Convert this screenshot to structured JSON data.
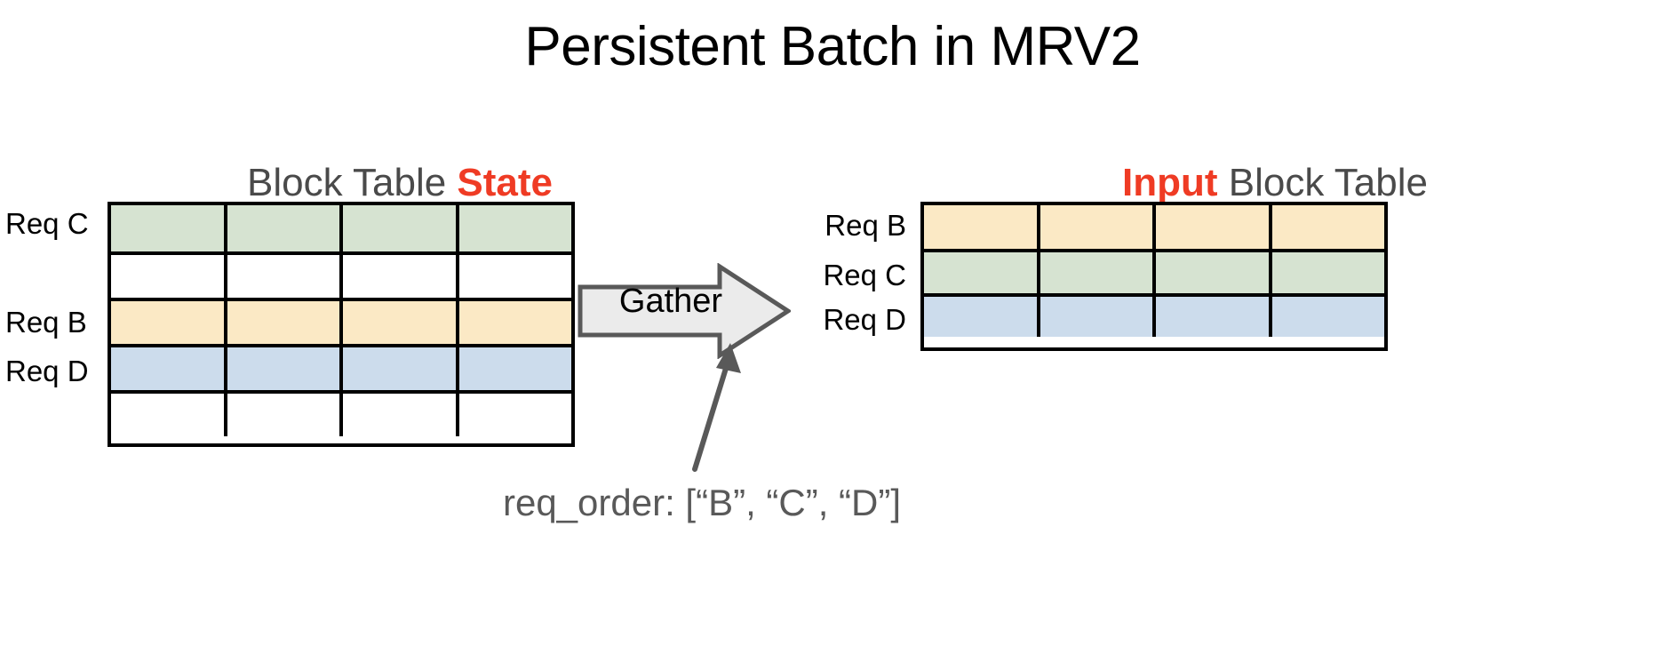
{
  "title": "Persistent Batch in MRV2",
  "colors": {
    "accent_red": "#ef3b24",
    "heading_gray": "#4a4a4a",
    "caption_gray": "#595959",
    "green": "#d6e3d1",
    "cream": "#fbe9c5",
    "blue": "#ccdcec",
    "empty": "#ffffff",
    "border": "#000000",
    "arrow_fill": "#ebebeb",
    "arrow_stroke": "#595959"
  },
  "state_table": {
    "heading_plain": "Block Table ",
    "heading_accent": "State",
    "columns": 4,
    "rows": [
      {
        "label": "Req C",
        "fill": "green"
      },
      {
        "label": "",
        "fill": "empty"
      },
      {
        "label": "Req B",
        "fill": "cream"
      },
      {
        "label": "Req D",
        "fill": "blue"
      },
      {
        "label": "",
        "fill": "empty"
      }
    ]
  },
  "input_table": {
    "heading_accent": "Input",
    "heading_plain": " Block Table",
    "columns": 4,
    "rows": [
      {
        "label": "Req B",
        "fill": "cream"
      },
      {
        "label": "Req C",
        "fill": "green"
      },
      {
        "label": "Req D",
        "fill": "blue"
      }
    ]
  },
  "gather": {
    "label": "Gather"
  },
  "annotation": {
    "caption": "req_order: [“B”, “C”, “D”]"
  }
}
